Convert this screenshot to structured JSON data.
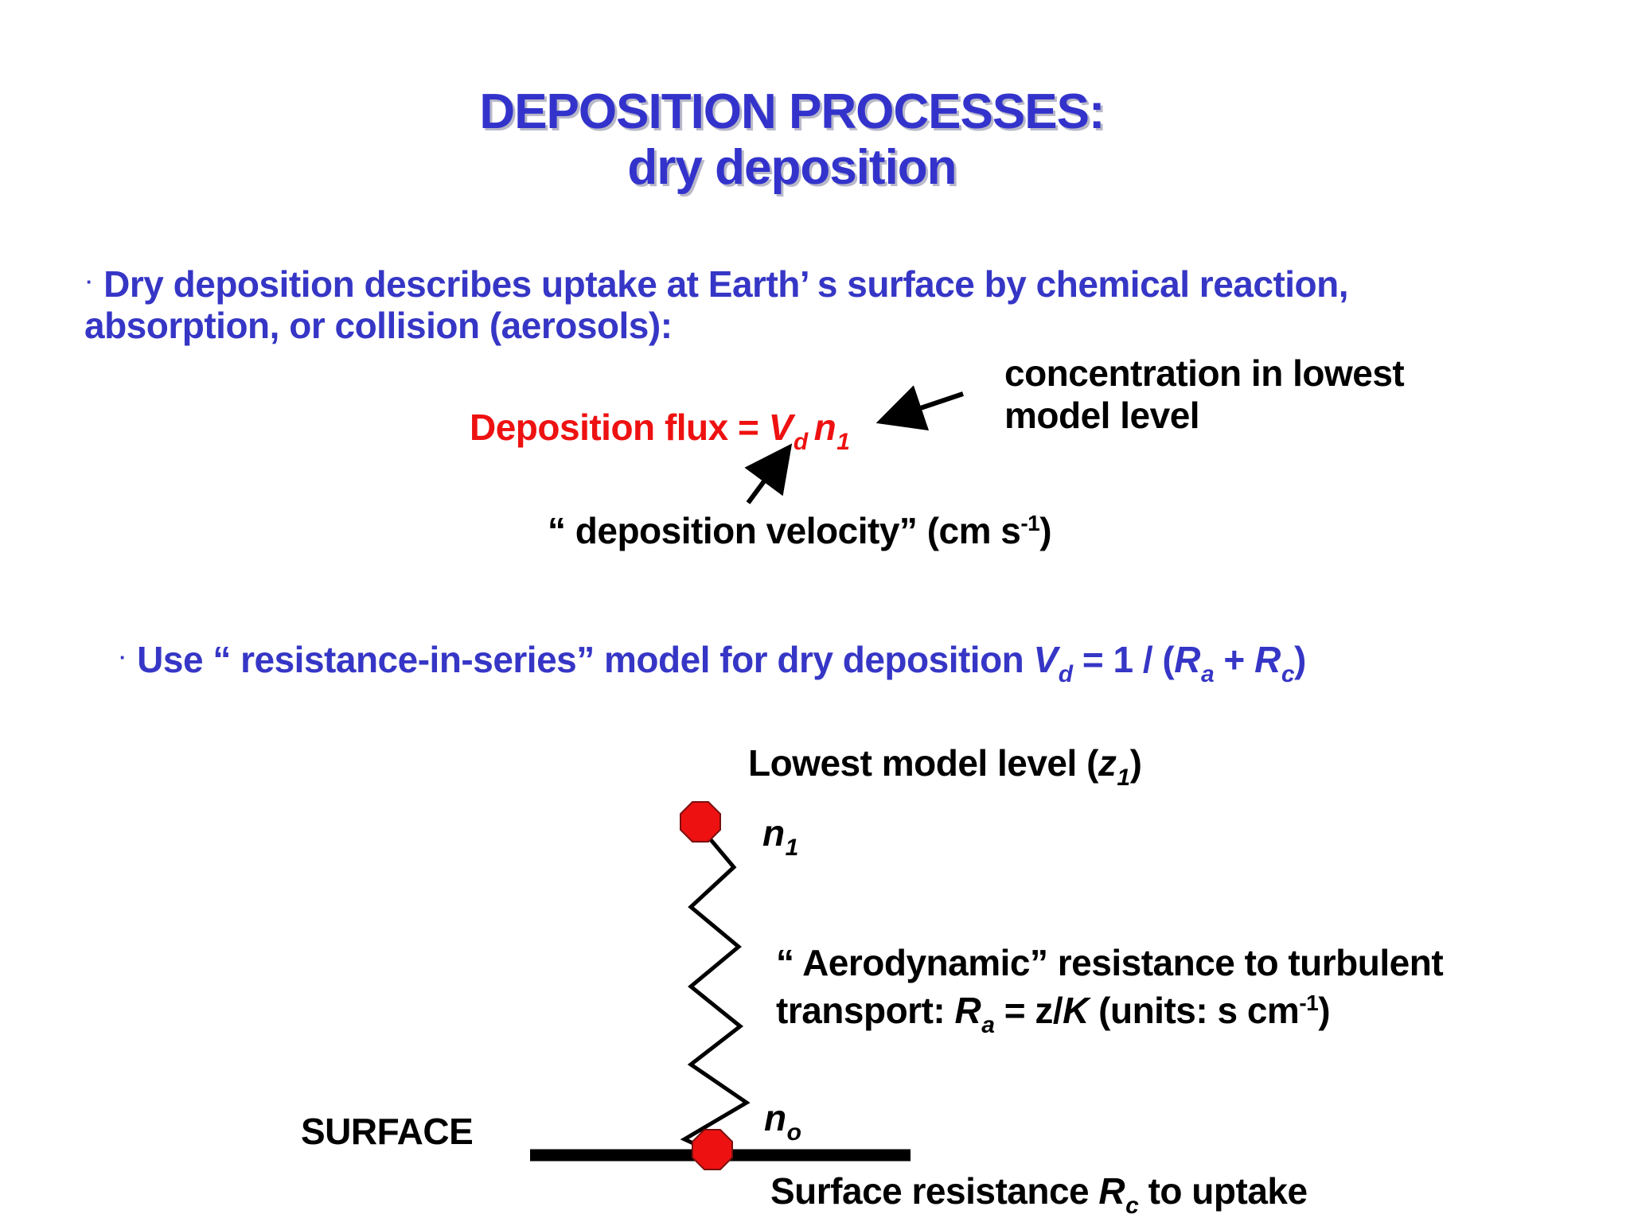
{
  "title": {
    "line1": "DEPOSITION PROCESSES:",
    "line2": "dry deposition"
  },
  "bullet_char": "·",
  "bullet1": {
    "line1": "Dry deposition describes uptake at Earth’  s surface by chemical reaction,",
    "line2": "absorption, or collision (aerosols):"
  },
  "flux": {
    "label": "Deposition flux = ",
    "v": "V",
    "v_sub": "d",
    "n": "n",
    "n_sub": "1"
  },
  "concentration_note": {
    "line1": "concentration in lowest",
    "line2": "model level"
  },
  "velocity_note": {
    "text": "“  deposition velocity”   (cm s",
    "sup": "-1",
    "close": ")"
  },
  "bullet2": {
    "text": "Use “  resistance-in-series”   model for dry deposition   ",
    "v": "V",
    "v_sub": "d",
    "mid": " = 1 / (",
    "ra": "R",
    "ra_sub": "a",
    "plus": " + ",
    "rc": "R",
    "rc_sub": "c",
    "close": ")"
  },
  "lowest_level": {
    "text": "Lowest model level (",
    "z": "z",
    "z_sub": "1",
    "close": ")"
  },
  "n1": {
    "n": "n",
    "sub": "1"
  },
  "no": {
    "n": "n",
    "sub": "o"
  },
  "aero": {
    "line1": "“  Aerodynamic”   resistance to turbulent",
    "line2_pre": "transport:  ",
    "r": "R",
    "r_sub": "a",
    "mid": " = z/",
    "k": "K",
    "units": "   (units: s cm",
    "sup": "-1",
    "close": ")"
  },
  "surface_label": "SURFACE",
  "surface_resistance": {
    "pre": "Surface resistance ",
    "r": "R",
    "r_sub": "c",
    "post": " to uptake"
  },
  "colors": {
    "title": "#3333cc",
    "text_blue": "#3636c6",
    "flux_red": "#ee1111",
    "node_red": "#ee1111"
  }
}
